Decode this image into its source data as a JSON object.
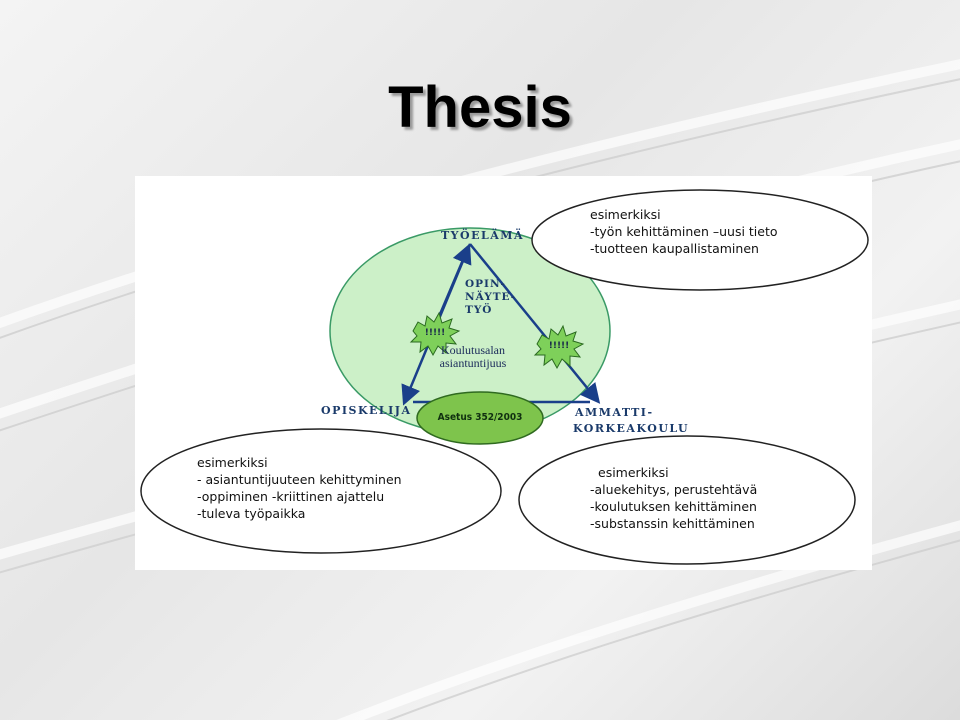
{
  "slide": {
    "title": "Thesis"
  },
  "diagram": {
    "nodes": {
      "top": "TYÖELÄMÄ",
      "left": "OPISKELIJA",
      "right_line1": "AMMATTI-",
      "right_line2": "KORKEAKOULU"
    },
    "center": {
      "lines": [
        "OPIN-",
        "NÄYTE-",
        "TYÖ"
      ],
      "subtitle_lines": [
        "Koulutusalan",
        "asiantuntijuus"
      ]
    },
    "bursts": {
      "left": "!!!!!",
      "right": "!!!!!"
    },
    "decree": "Asetus 352/2003",
    "bubbles": {
      "top_right": {
        "lines": [
          "esimerkiksi",
          "-työn kehittäminen –uusi tieto",
          "-tuotteen kaupallistaminen"
        ]
      },
      "bottom_left": {
        "lines": [
          "esimerkiksi",
          "- asiantuntijuuteen kehittyminen",
          "-oppiminen -kriittinen ajattelu",
          "-tuleva työpaikka"
        ]
      },
      "bottom_right": {
        "lines": [
          "esimerkiksi",
          "-aluekehitys, perustehtävä",
          "-koulutuksen kehittäminen",
          "-substanssin kehittäminen"
        ]
      }
    },
    "colors": {
      "main_ellipse": "#ccf0c8",
      "decree_ellipse": "#7ec44c",
      "burst": "#7ed05a",
      "triangle": "#1a3f8a"
    }
  }
}
